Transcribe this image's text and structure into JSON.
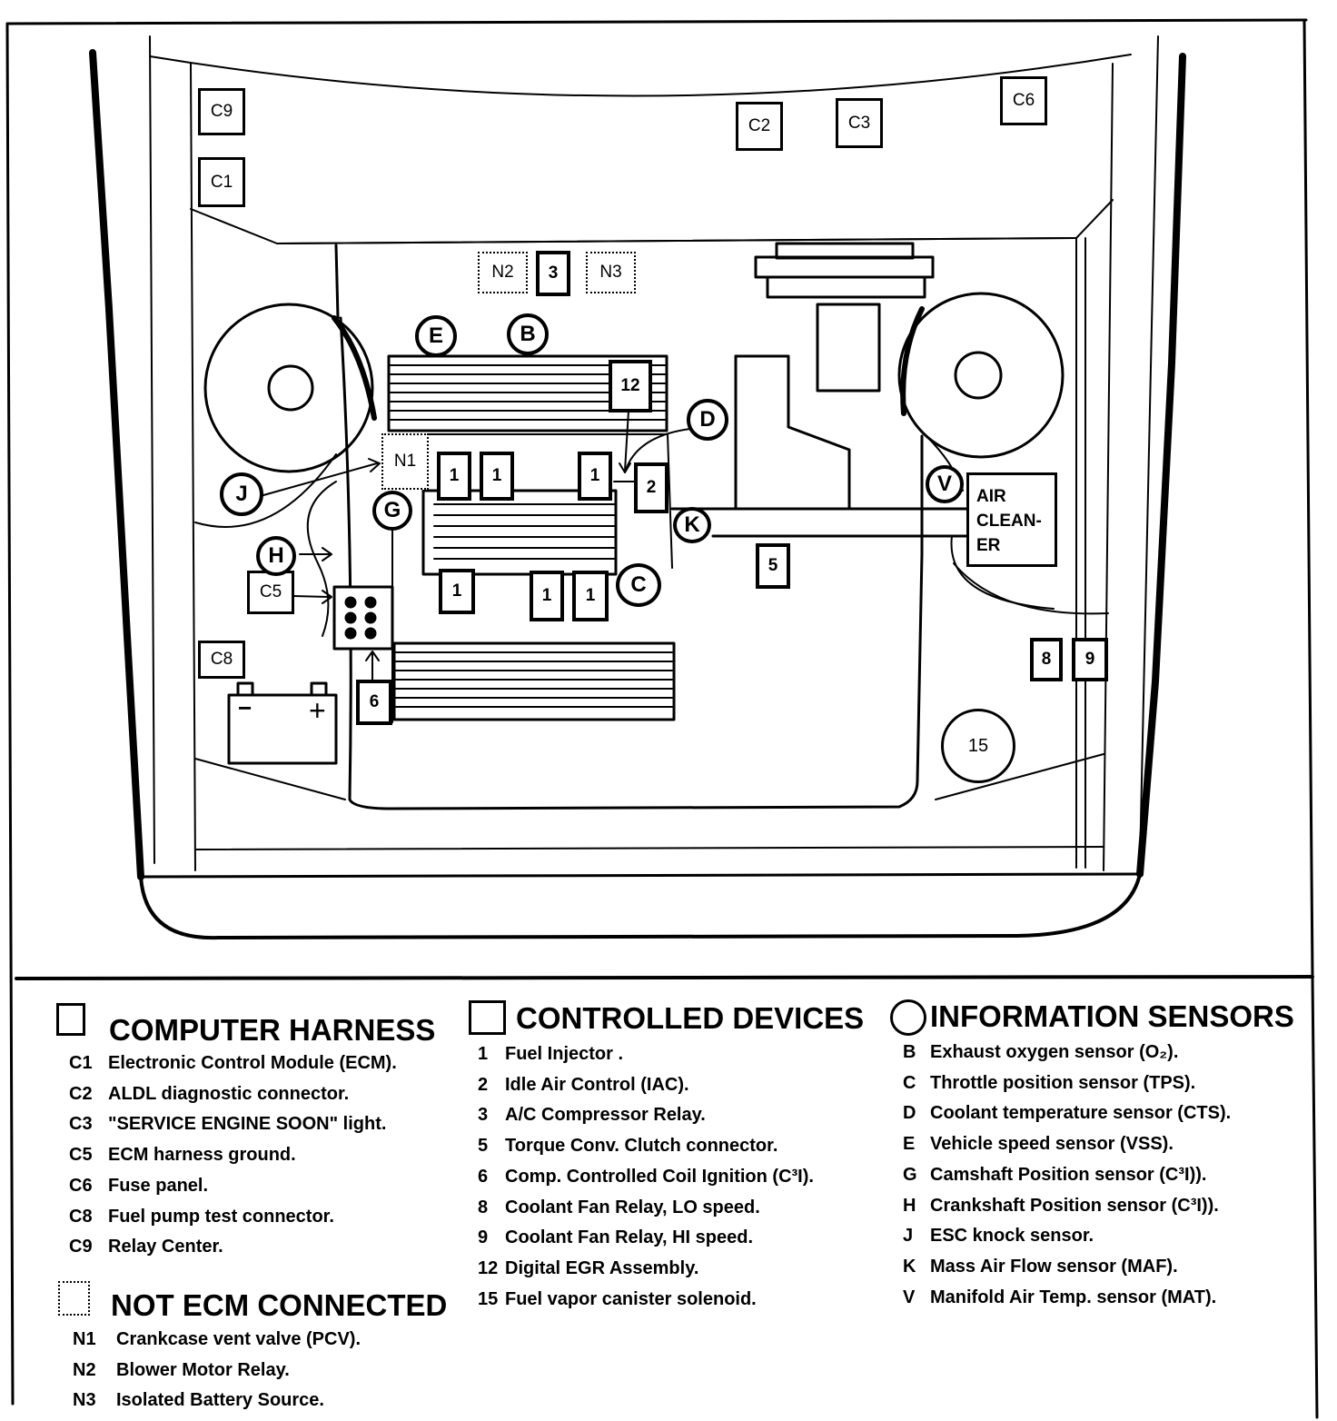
{
  "diagram_labels": {
    "computer_harness": {
      "c9": "C9",
      "c1": "C1",
      "c2": "C2",
      "c3": "C3",
      "c6": "C6",
      "c5": "C5",
      "c8": "C8"
    },
    "controlled_devices": {
      "d3": "3",
      "d12": "12",
      "d1": "1",
      "d2": "2",
      "d5": "5",
      "d6": "6",
      "d8": "8",
      "d9": "9",
      "d15": "15"
    },
    "not_ecm": {
      "n1": "N1",
      "n2": "N2",
      "n3": "N3"
    },
    "sensors": {
      "e": "E",
      "b": "B",
      "d": "D",
      "j": "J",
      "g": "G",
      "v": "V",
      "k": "K",
      "h": "H",
      "c": "C"
    },
    "air_cleaner": [
      "AIR",
      "CLEAN-",
      "ER"
    ],
    "battery": {
      "minus": "−",
      "plus": "+"
    }
  },
  "legend": {
    "computer_harness": {
      "title": "COMPUTER HARNESS",
      "items": [
        {
          "code": "C1",
          "text": "Electronic Control Module (ECM)."
        },
        {
          "code": "C2",
          "text": "ALDL diagnostic connector."
        },
        {
          "code": "C3",
          "text": "\"SERVICE ENGINE SOON\" light."
        },
        {
          "code": "C5",
          "text": "ECM harness ground."
        },
        {
          "code": "C6",
          "text": "Fuse panel."
        },
        {
          "code": "C8",
          "text": "Fuel pump test connector."
        },
        {
          "code": "C9",
          "text": "Relay Center."
        }
      ]
    },
    "not_ecm_connected": {
      "title": "NOT ECM CONNECTED",
      "items": [
        {
          "code": "N1",
          "text": "Crankcase vent valve (PCV)."
        },
        {
          "code": "N2",
          "text": "Blower Motor Relay."
        },
        {
          "code": "N3",
          "text": "Isolated Battery Source."
        }
      ]
    },
    "controlled_devices": {
      "title": "CONTROLLED DEVICES",
      "items": [
        {
          "code": "1",
          "text": "Fuel Injector ."
        },
        {
          "code": "2",
          "text": "Idle Air Control  (IAC)."
        },
        {
          "code": "3",
          "text": "A/C Compressor Relay."
        },
        {
          "code": "5",
          "text": "Torque Conv. Clutch connector."
        },
        {
          "code": "6",
          "text": "Comp. Controlled Coil Ignition (C³I)."
        },
        {
          "code": "8",
          "text": "Coolant Fan Relay, LO speed."
        },
        {
          "code": "9",
          "text": "Coolant Fan Relay, HI speed."
        },
        {
          "code": "12",
          "text": "Digital EGR Assembly."
        },
        {
          "code": "15",
          "text": "Fuel vapor canister solenoid."
        }
      ]
    },
    "information_sensors": {
      "title": "INFORMATION SENSORS",
      "items": [
        {
          "code": "B",
          "text": "Exhaust oxygen sensor (O₂)."
        },
        {
          "code": "C",
          "text": "Throttle position sensor (TPS)."
        },
        {
          "code": "D",
          "text": "Coolant temperature sensor (CTS)."
        },
        {
          "code": "E",
          "text": "Vehicle  speed sensor (VSS)."
        },
        {
          "code": "G",
          "text": "Camshaft Position sensor (C³I))."
        },
        {
          "code": "H",
          "text": "Crankshaft Position sensor (C³I))."
        },
        {
          "code": "J",
          "text": "ESC knock sensor."
        },
        {
          "code": "K",
          "text": "Mass Air Flow sensor (MAF)."
        },
        {
          "code": "V",
          "text": "Manifold  Air Temp. sensor  (MAT)."
        }
      ]
    }
  }
}
